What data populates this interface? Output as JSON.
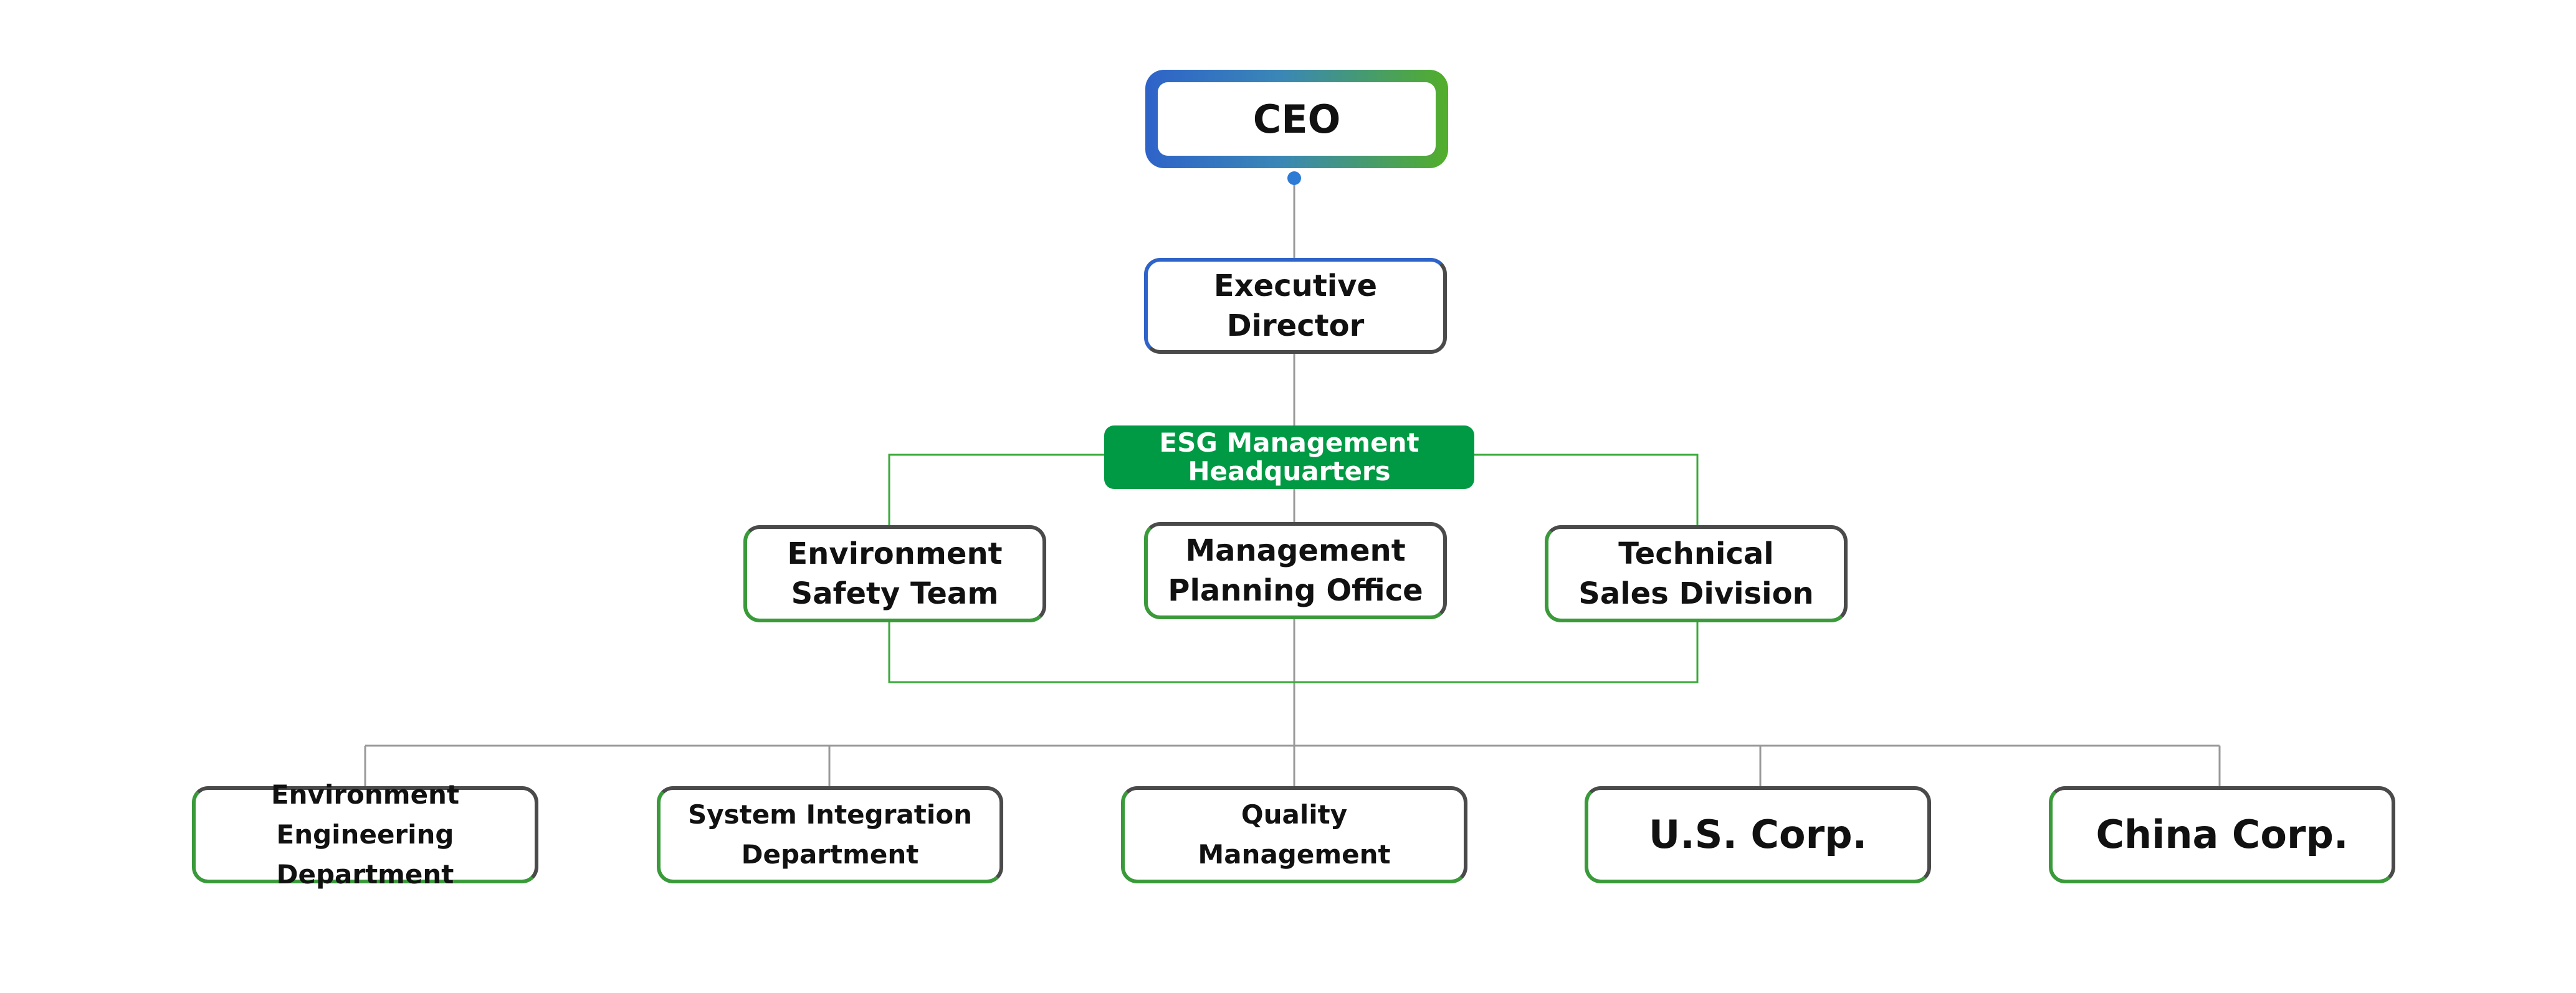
{
  "colors": {
    "blue": "#2e63c9",
    "green": "#3a9a3a",
    "esg_green": "#009a44",
    "connector_gray": "#999999",
    "border_dark": "#4a4a4a"
  },
  "chart": {
    "ceo": "CEO",
    "executive_director": [
      "Executive",
      "Director"
    ],
    "esg_hq": [
      "ESG Management",
      "Headquarters"
    ],
    "environment_safety_team": [
      "Environment",
      "Safety Team"
    ],
    "management_planning_office": [
      "Management",
      "Planning Office"
    ],
    "technical_sales_division": [
      "Technical",
      "Sales Division"
    ],
    "environment_engineering_department": [
      "Environment",
      "Engineering Department"
    ],
    "system_integration_department": [
      "System Integration",
      "Department"
    ],
    "quality_management": [
      "Quality",
      "Management"
    ],
    "us_corp": "U.S. Corp.",
    "china_corp": "China Corp."
  }
}
